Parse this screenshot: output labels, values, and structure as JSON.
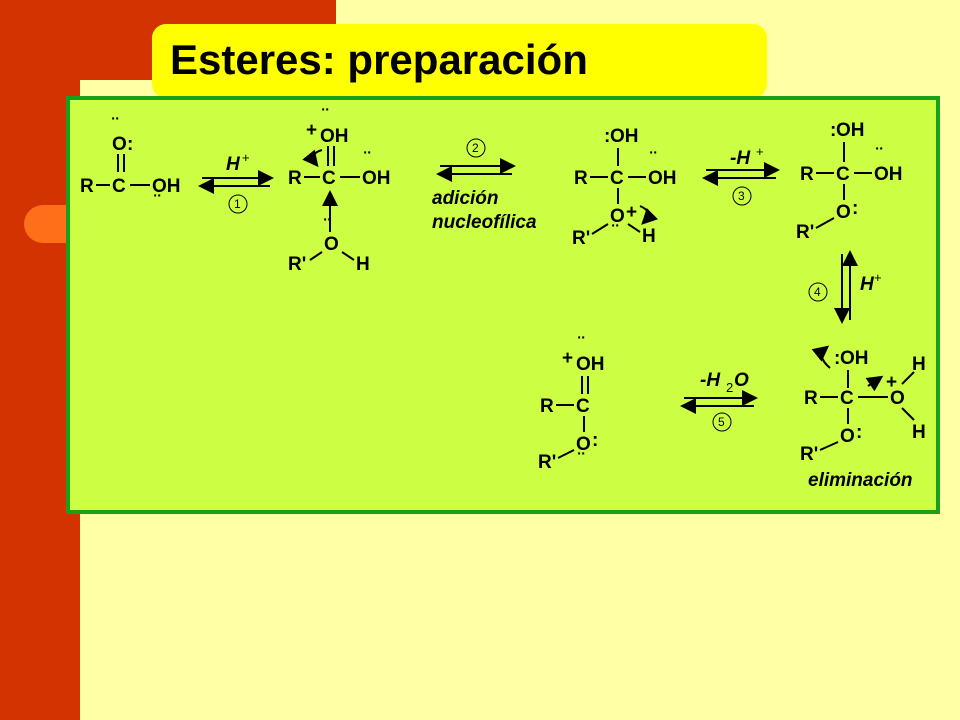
{
  "title": "Esteres: preparación",
  "colors": {
    "background": "#ffffa6",
    "sidebar": "#d23300",
    "accent_tab": "#ff6f1a",
    "title_box": "#ffff00",
    "panel": "#ccff44",
    "panel_border": "#18a018"
  },
  "atoms": {
    "R": "R",
    "C": "C",
    "O": "O",
    "OH": "OH",
    "H": "H",
    "Rp": "R'"
  },
  "steps": {
    "s1": {
      "num": "1",
      "label": "H",
      "sup": "+"
    },
    "s2": {
      "num": "2",
      "label_line1": "adición",
      "label_line2": "nucleofílica"
    },
    "s3": {
      "num": "3",
      "label": "-H",
      "sup": "+"
    },
    "s4": {
      "num": "4",
      "label": "H",
      "sup": "+"
    },
    "s5": {
      "num": "5",
      "label_a": "-H",
      "label_sub": "2",
      "label_b": "O"
    },
    "elim": "eliminación"
  },
  "symbols": {
    "lone_top": "¨",
    "colon": ":",
    "plus": "+"
  }
}
